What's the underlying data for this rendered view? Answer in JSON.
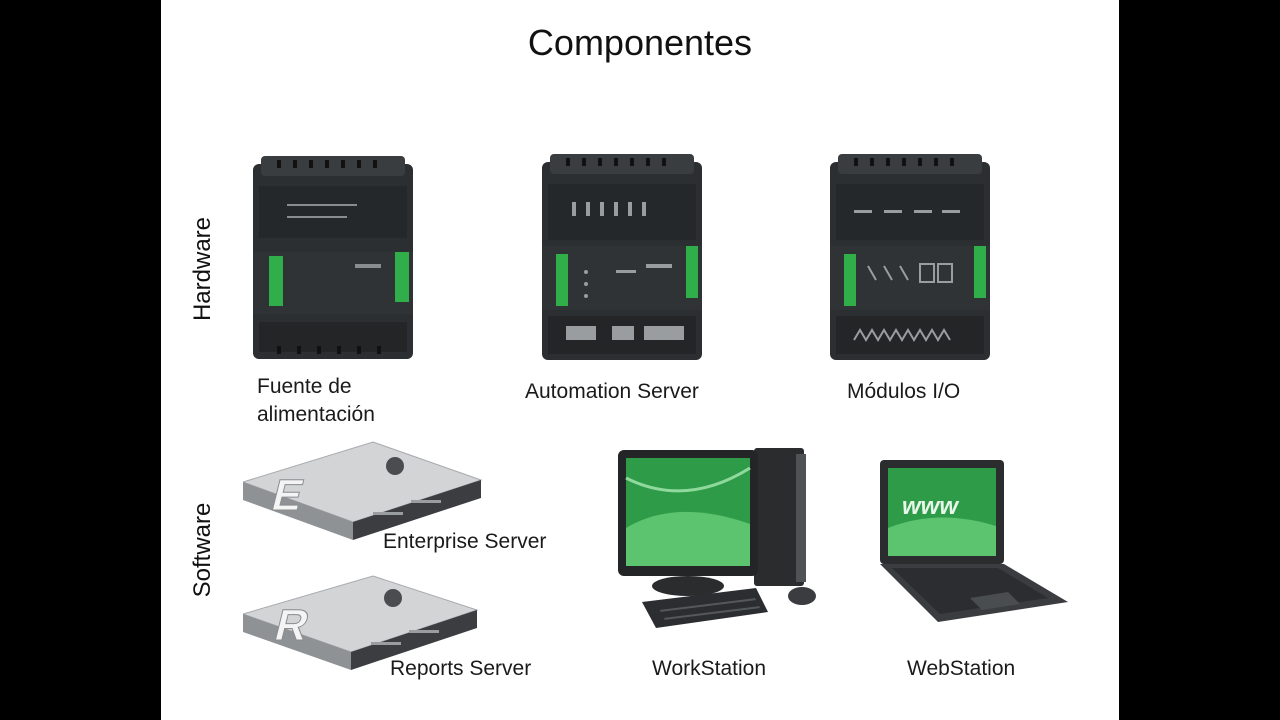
{
  "slide": {
    "title": "Componentes",
    "sections": {
      "hardware": "Hardware",
      "software": "Software"
    },
    "hardware_items": [
      {
        "icon": "power-supply-module-icon",
        "label_line1": "Fuente de",
        "label_line2": "alimentación"
      },
      {
        "icon": "automation-server-module-icon",
        "label": "Automation Server"
      },
      {
        "icon": "io-module-icon",
        "label": "Módulos I/O"
      }
    ],
    "software_items": [
      {
        "icon": "enterprise-server-rack-icon",
        "label": "Enterprise Server",
        "letter": "E"
      },
      {
        "icon": "reports-server-rack-icon",
        "label": "Reports Server",
        "letter": "R"
      },
      {
        "icon": "workstation-computer-icon",
        "label": "WorkStation"
      },
      {
        "icon": "webstation-laptop-icon",
        "label": "WebStation",
        "screen_text": "www"
      }
    ]
  },
  "colors": {
    "accent_green": "#2fae4a",
    "device_dark": "#2c2f31",
    "background": "#ffffff",
    "letterbox": "#000000"
  }
}
